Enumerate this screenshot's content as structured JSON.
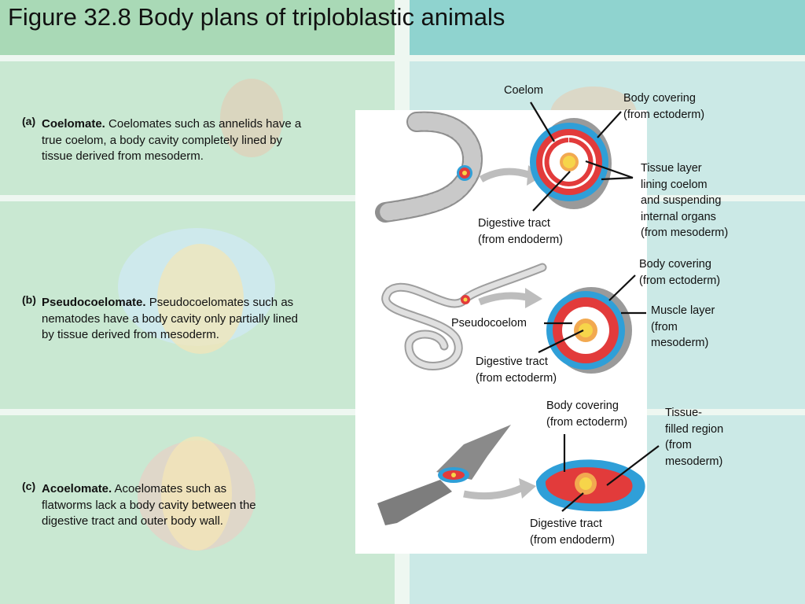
{
  "title": "Figure 32.8 Body plans of triploblastic animals",
  "panels": [
    {
      "letter": "(a)",
      "heading": "Coelomate.",
      "text": " Coelomates such as annelids have a true coelom, a body cavity completely lined by tissue derived from mesoderm.",
      "labels": {
        "coelom": "Coelom",
        "body_covering": "Body covering\n(from ectoderm)",
        "tissue_layer": "Tissue layer\nlining coelom\nand suspending\ninternal organs\n(from mesoderm)",
        "digestive_tract": "Digestive tract\n(from endoderm)"
      }
    },
    {
      "letter": "(b)",
      "heading": "Pseudocoelomate.",
      "text": " Pseudocoelomates such as nematodes have a body cavity only partially lined by tissue derived from mesoderm.",
      "labels": {
        "body_covering": "Body covering\n(from ectoderm)",
        "muscle_layer": "Muscle layer\n(from\nmesoderm)",
        "pseudocoelom": "Pseudocoelom",
        "digestive_tract": "Digestive tract\n(from ectoderm)"
      }
    },
    {
      "letter": "(c)",
      "heading": "Acoelomate.",
      "text": " Acoelomates such as flatworms lack a body cavity between the digestive tract and outer body wall.",
      "labels": {
        "body_covering": "Body covering\n(from ectoderm)",
        "tissue_filled": "Tissue-\nfilled region\n(from\nmesoderm)",
        "digestive_tract": "Digestive tract\n(from endoderm)"
      }
    }
  ],
  "colors": {
    "ectoderm": "#2f9fd8",
    "mesoderm": "#e23b3b",
    "endoderm": "#f6d54a",
    "worm": "#b9b9b9"
  }
}
